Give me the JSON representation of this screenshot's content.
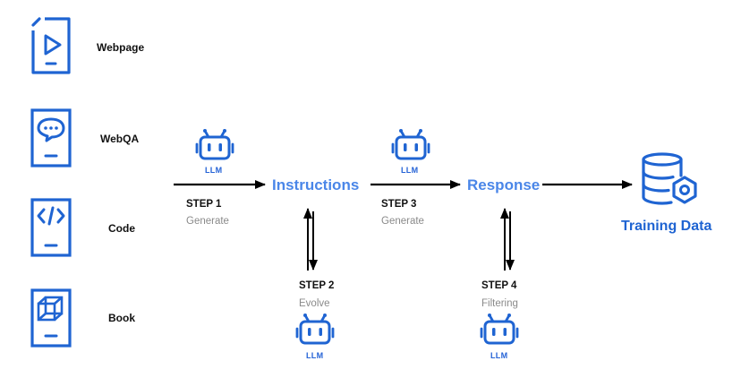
{
  "sources": [
    {
      "label": "Webpage",
      "icon": "play-document-icon"
    },
    {
      "label": "WebQA",
      "icon": "chat-document-icon"
    },
    {
      "label": "Code",
      "icon": "code-document-icon"
    },
    {
      "label": "Book",
      "icon": "cube-document-icon"
    }
  ],
  "llm_label": "LLM",
  "steps": {
    "step1": {
      "title": "STEP 1",
      "sub": "Generate"
    },
    "step2": {
      "title": "STEP 2",
      "sub": "Evolve"
    },
    "step3": {
      "title": "STEP 3",
      "sub": "Generate"
    },
    "step4": {
      "title": "STEP 4",
      "sub": "Filtering"
    }
  },
  "nodes": {
    "instructions": "Instructions",
    "response": "Response",
    "training_data": "Training Data"
  },
  "colors": {
    "icon_blue": "#1f64d2",
    "node_blue": "#4a86e8",
    "arrow": "#000000"
  }
}
